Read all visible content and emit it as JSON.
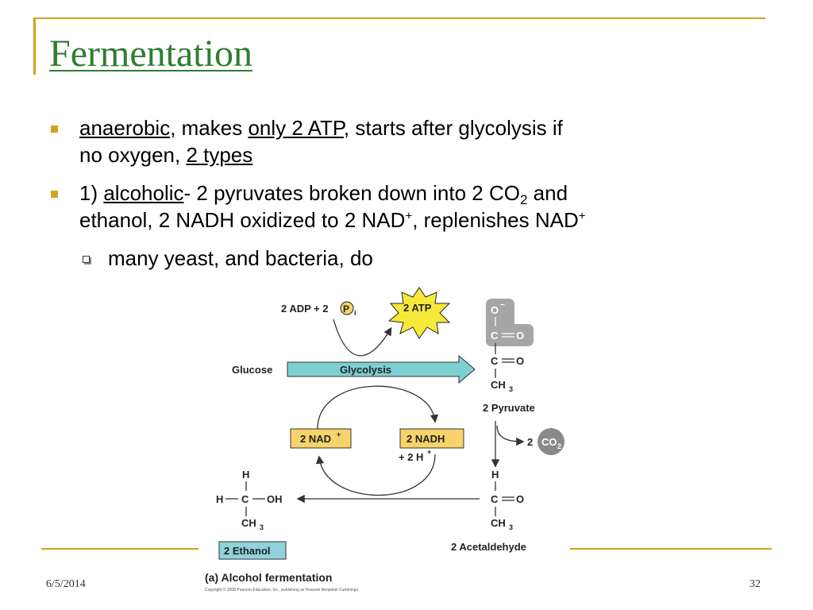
{
  "slide": {
    "title": "Fermentation",
    "date": "6/5/2014",
    "page_number": "32"
  },
  "bullets": {
    "b1": {
      "w1": "anaerobic",
      "t1": ", makes ",
      "w2": "only 2 ATP",
      "t2": ", starts after glycolysis if",
      "line2": "no oxygen, ",
      "w3": "2 types"
    },
    "b2": {
      "prefix": "1) ",
      "w1": "alcoholic",
      "t1": "- 2 pyruvates broken down into 2 CO",
      "sub": "2",
      "t2": " and",
      "line2a": "ethanol, 2 NADH oxidized to 2 NAD",
      "sup1": "+",
      "line2b": ", replenishes NAD",
      "sup2": "+"
    },
    "sub1": "many yeast, and bacteria, do"
  },
  "diagram": {
    "adp_label": "2 ADP + 2",
    "p_label": "P",
    "i_label": "i",
    "atp_label": "2 ATP",
    "glucose": "Glucose",
    "glycolysis": "Glycolysis",
    "nad_label": "2 NAD",
    "nad_sup": "+",
    "nadh_label": "2 NADH",
    "h_label": "+ 2 H",
    "h_sup": "+",
    "pyruvate_label": "2 Pyruvate",
    "co2_prefix": "2",
    "co2_label": "CO",
    "co2_sub": "2",
    "acetaldehyde_label": "2 Acetaldehyde",
    "ethanol_label": "2 Ethanol",
    "caption": "(a) Alcohol fermentation",
    "copyright": "Copyright © 2008 Pearson Education, Inc., publishing as Pearson Benjamin Cummings.",
    "atoms": {
      "o_minus": "O",
      "minus": "−",
      "c": "C",
      "o": "O",
      "ch3": "CH",
      "three": "3",
      "h": "H",
      "oh": "OH"
    },
    "colors": {
      "arrow_fill": "#7ecfd1",
      "nad_box": "#f6d36b",
      "ethanol_box": "#8fd3dc",
      "atp_star": "#f7e93a",
      "highlight_gray": "#a6a6a6",
      "co2_circle": "#8a8a8a"
    }
  }
}
